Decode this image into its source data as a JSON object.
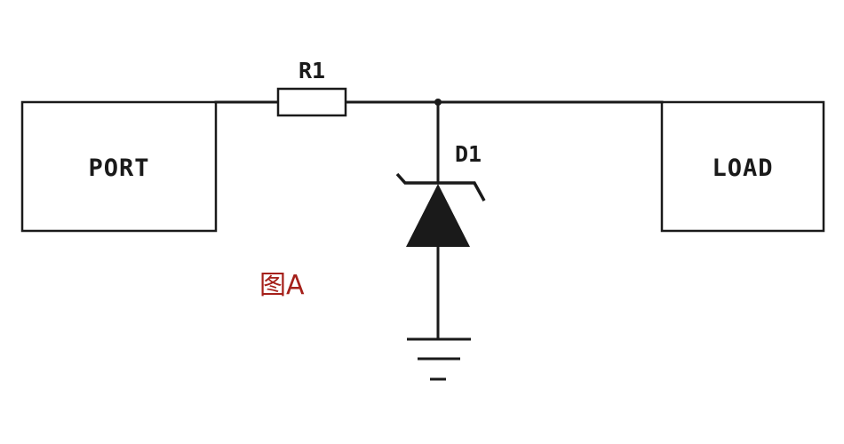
{
  "diagram": {
    "components": {
      "port": {
        "label": "PORT"
      },
      "load": {
        "label": "LOAD"
      },
      "resistor": {
        "ref": "R1"
      },
      "zener": {
        "ref": "D1"
      },
      "ground": {}
    },
    "figure_label": "图A",
    "colors": {
      "line": "#1a1a1a",
      "figure_label": "#a5201a",
      "background": "#ffffff"
    }
  }
}
